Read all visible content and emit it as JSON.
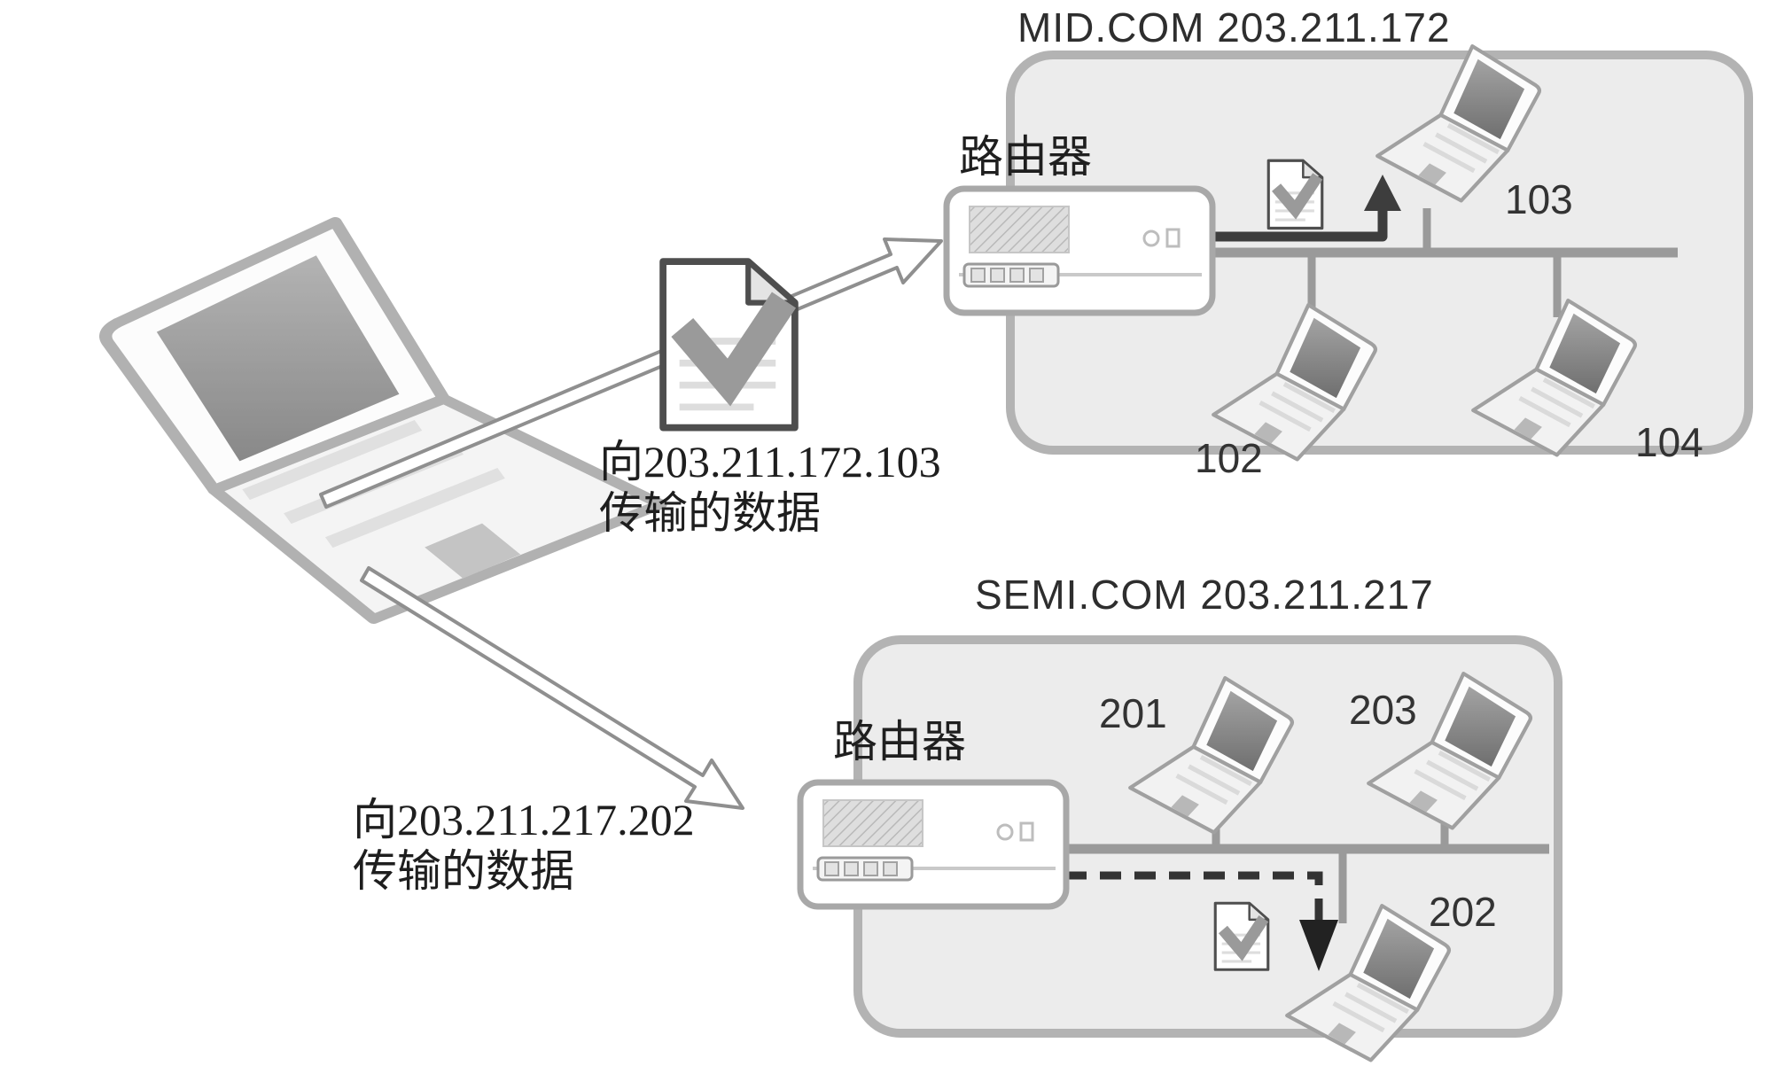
{
  "figure": {
    "type": "network-routing-diagram"
  },
  "networks": [
    {
      "title": "MID.COM 203.211.172",
      "router_label": "路由器",
      "hosts": [
        "102",
        "103",
        "104"
      ],
      "destination_host": "103",
      "delivery_path_style": "solid"
    },
    {
      "title": "SEMI.COM 203.211.217",
      "router_label": "路由器",
      "hosts": [
        "201",
        "202",
        "203"
      ],
      "destination_host": "202",
      "delivery_path_style": "dashed"
    }
  ],
  "transfers": [
    {
      "line1": "向203.211.172.103",
      "line2": "传输的数据",
      "target_network": "MID.COM"
    },
    {
      "line1": "向203.211.217.202",
      "line2": "传输的数据",
      "target_network": "SEMI.COM"
    }
  ],
  "icons": {
    "laptop": "notebook-computer-icon",
    "router": "router-device-icon",
    "packet": "document-with-checkmark-icon",
    "transfer_arrow": "hollow-outline-arrow-icon",
    "delivery_arrow_solid": "solid-black-arrow-icon",
    "delivery_arrow_dashed": "dashed-black-arrow-icon"
  },
  "colors": {
    "background": "#ffffff",
    "network_box_fill": "#ececec",
    "network_box_border": "#b3b3b3",
    "bus_line": "#9a9a9a",
    "delivery_line": "#3d3d3d",
    "router_fill": "#ffffff",
    "router_border": "#a8a8a8",
    "text": "#2d2d2d",
    "packet_check": "#9a9a9a"
  }
}
